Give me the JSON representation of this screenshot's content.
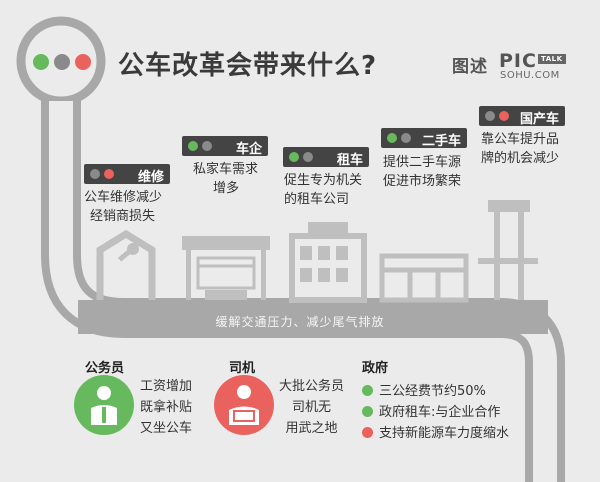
{
  "title": "公车改革会带来什么?",
  "logo": {
    "cn": "图述",
    "pic": "PIC",
    "talk": "TALK",
    "site": "SOHU.COM"
  },
  "colors": {
    "green": "#67b95d",
    "red": "#e9625d",
    "gray": "#8a8a8a",
    "dark": "#444444",
    "road": "#a8a8a8"
  },
  "header_lights": [
    "green",
    "gray",
    "red"
  ],
  "stops": [
    {
      "label": "维修",
      "lights": [
        "gray",
        "red"
      ],
      "lines": [
        "公车维修减少",
        "经销商损失"
      ]
    },
    {
      "label": "车企",
      "lights": [
        "green",
        "gray"
      ],
      "lines": [
        "私家车需求",
        "增多"
      ]
    },
    {
      "label": "租车",
      "lights": [
        "green",
        "gray"
      ],
      "lines": [
        "促生专为机关",
        "的租车公司"
      ]
    },
    {
      "label": "二手车",
      "lights": [
        "green",
        "gray"
      ],
      "lines": [
        "提供二手车源",
        "促进市场繁荣"
      ]
    },
    {
      "label": "国产车",
      "lights": [
        "gray",
        "red"
      ],
      "lines": [
        "靠公车提升品",
        "牌的机会减少"
      ]
    }
  ],
  "road_text": "缓解交通压力、减少尾气排放",
  "civil_servant": {
    "title": "公务员",
    "lines": [
      "工资增加",
      "既拿补贴",
      "又坐公车"
    ]
  },
  "driver": {
    "title": "司机",
    "lines": [
      "大批公务员",
      "司机无",
      "用武之地"
    ]
  },
  "government": {
    "title": "政府",
    "items": [
      {
        "color": "green",
        "text": "三公经费节约50%"
      },
      {
        "color": "green",
        "text": "政府租车:与企业合作"
      },
      {
        "color": "red",
        "text": "支持新能源车力度缩水"
      }
    ]
  }
}
